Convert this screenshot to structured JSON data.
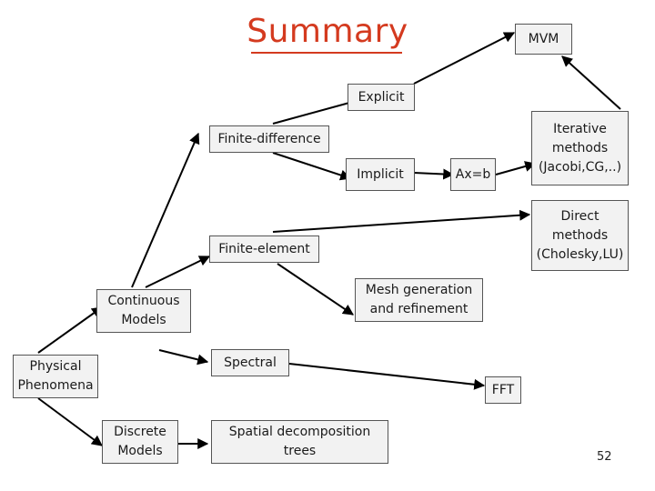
{
  "title": "Summary",
  "page_number": "52",
  "nodes": {
    "mvm": "MVM",
    "explicit": "Explicit",
    "finite_difference": "Finite-difference",
    "implicit": "Implicit",
    "axb": "Ax=b",
    "iterative_1": "Iterative",
    "iterative_2": "methods",
    "iterative_3": "(Jacobi,CG,..)",
    "direct_1": "Direct",
    "direct_2": "methods",
    "direct_3": "(Cholesky,LU)",
    "finite_element": "Finite-element",
    "mesh_1": "Mesh generation",
    "mesh_2": "and refinement",
    "continuous_1": "Continuous",
    "continuous_2": "Models",
    "spectral": "Spectral",
    "physical_1": "Physical",
    "physical_2": "Phenomena",
    "fft": "FFT",
    "discrete_1": "Discrete",
    "discrete_2": "Models",
    "spatial_1": "Spatial decomposition",
    "spatial_2": "trees"
  }
}
